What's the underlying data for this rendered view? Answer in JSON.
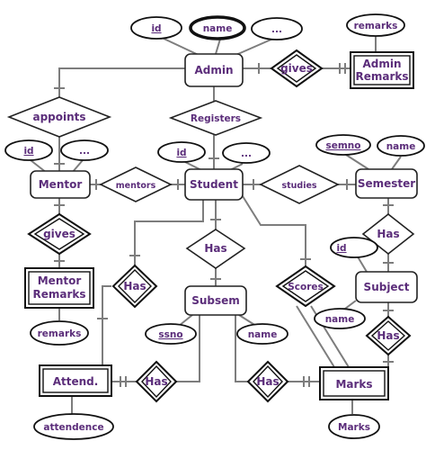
{
  "entities": {
    "admin": "Admin",
    "admin_remarks": [
      "Admin",
      "Remarks"
    ],
    "mentor": "Mentor",
    "student": "Student",
    "semester": "Semester",
    "mentor_remarks": [
      "Mentor",
      "Remarks"
    ],
    "subsem": "Subsem",
    "subject": "Subject",
    "attend": "Attend.",
    "marks": "Marks"
  },
  "relationships": {
    "gives_admin": "gives",
    "appoints": "appoints",
    "registers": "Registers",
    "mentors": "mentors",
    "studies": "studies",
    "gives_mentor": "gives",
    "has_student_subsem": "Has",
    "has_mentor_attend": "Has",
    "has_semester_subject": "Has",
    "scores": "Scores",
    "has_subject_marks": "Has",
    "has_subsem_attend": "Has",
    "has_subsem_marks": "Has"
  },
  "attributes": {
    "admin_id": "id",
    "admin_name": "name",
    "admin_more": "...",
    "admin_remarks_remarks": "remarks",
    "mentor_id": "id",
    "mentor_more": "...",
    "student_id": "id",
    "student_more": "...",
    "semester_semno": "semno",
    "semester_name": "name",
    "mentor_remarks_remarks": "remarks",
    "subject_id": "id",
    "subject_name": "name",
    "subsem_ssno": "ssno",
    "subsem_name": "name",
    "attend_attendence": "attendence",
    "marks_marks": "Marks"
  },
  "colors": {
    "text": "#5b2d7a",
    "line": "#7d7d7d",
    "border": "#222222"
  }
}
